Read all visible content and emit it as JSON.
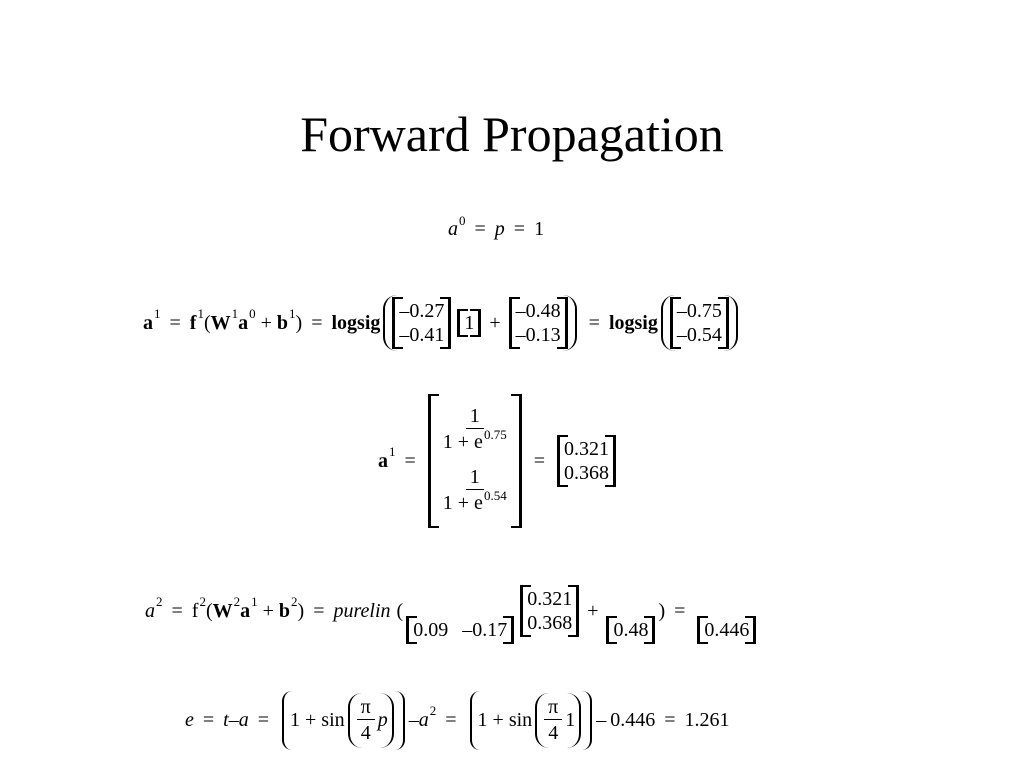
{
  "title": "Forward Propagation",
  "eq1": {
    "lhs": "a",
    "lhs_sup": "0",
    "mid": "p",
    "rhs": "1"
  },
  "eq2": {
    "a": "a",
    "a_sup": "1",
    "f": "f",
    "f_sup": "1",
    "W": "W",
    "W_sup": "1",
    "a0": "a",
    "a0_sup": "0",
    "b": "b",
    "b_sup": "1",
    "fn": "logsig",
    "W1": [
      "–0.27",
      "–0.41"
    ],
    "p": "1",
    "b1": [
      "–0.48",
      "–0.13"
    ],
    "result": [
      "–0.75",
      "–0.54"
    ]
  },
  "eq3": {
    "a": "a",
    "a_sup": "1",
    "num1": "1",
    "den1": "1 + e",
    "exp1": "0.75",
    "num2": "1",
    "den2": "1 + e",
    "exp2": "0.54",
    "result": [
      "0.321",
      "0.368"
    ]
  },
  "eq4": {
    "a": "a",
    "a_sup": "2",
    "f": "f",
    "f_sup": "2",
    "W": "W",
    "W_sup": "2",
    "a1": "a",
    "a1_sup": "1",
    "b": "b",
    "b_sup": "2",
    "fn": "purelin",
    "W2": [
      "0.09",
      "–0.17"
    ],
    "a1v": [
      "0.321",
      "0.368"
    ],
    "b2": "0.48",
    "result": "0.446"
  },
  "eq5": {
    "e": "e",
    "t": "t",
    "a": "a",
    "one": "1",
    "sin": "sin",
    "pi": "π",
    "four": "4",
    "p": "p",
    "a2": "a",
    "a2_sup": "2",
    "one_b": "1",
    "arg": "1",
    "minus_val": "0.446",
    "result": "1.261"
  }
}
